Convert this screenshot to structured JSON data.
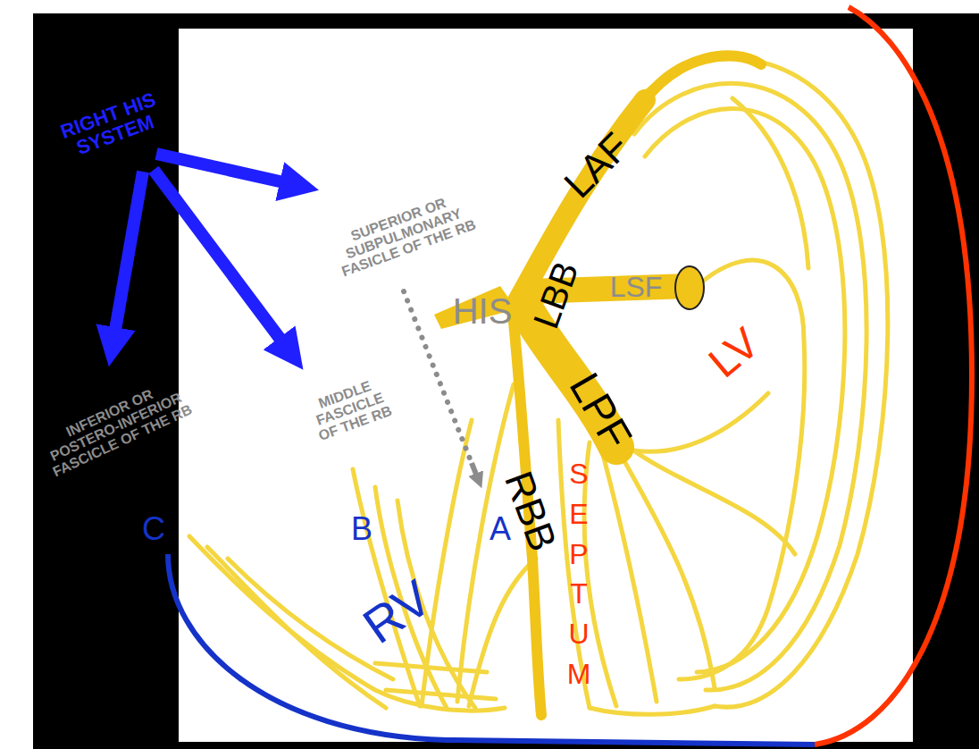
{
  "diagram": {
    "labels": [
      "RIGHT HIS SYSTEM",
      "SUPERIOR OR SUBPULMONARY FASICLE OF THE RB",
      "LAF",
      "HIS",
      "LBB",
      "LSF",
      "LV",
      "INFERIOR OR POSTERO-INFERIOR FASCICLE OF THE RB",
      "MIDDLE FASCICLE OF THE RB",
      "LPF",
      "RBB",
      "SEPTUM",
      "C",
      "B",
      "A",
      "RV"
    ]
  }
}
